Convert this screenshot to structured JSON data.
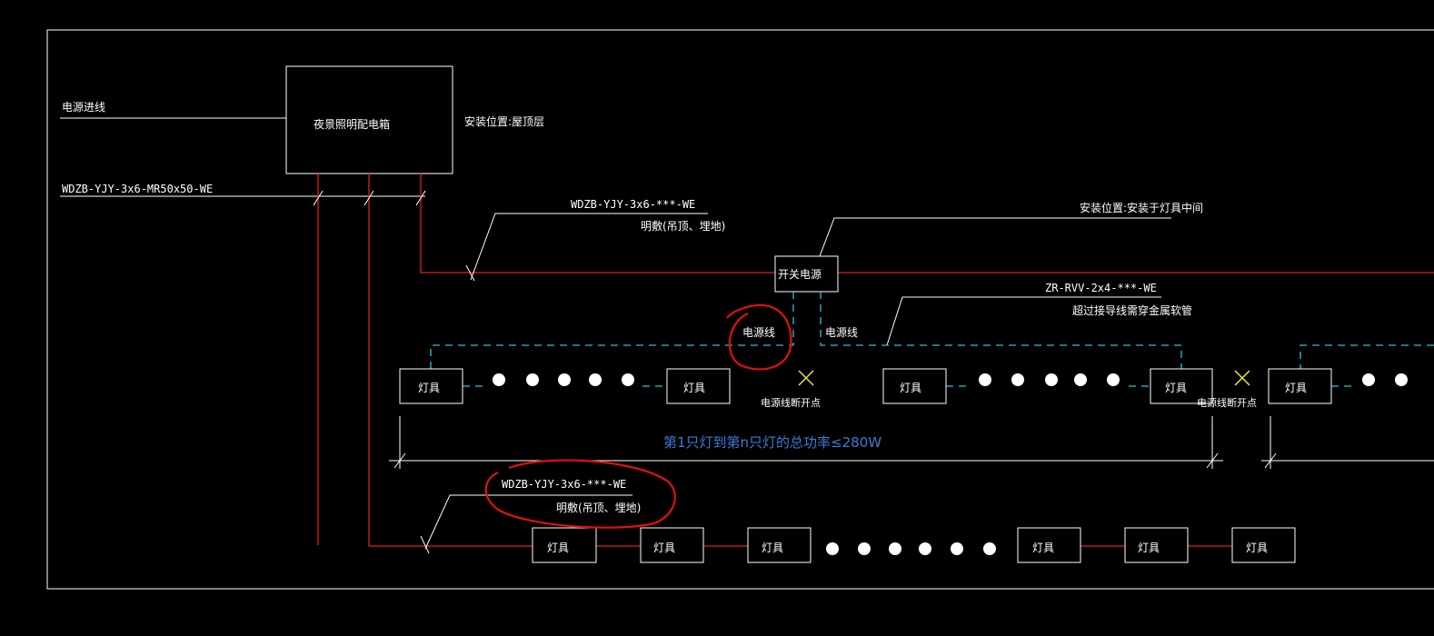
{
  "diagram": {
    "labels": {
      "power_in": "电源进线",
      "panel": "夜景照明配电箱",
      "panel_location": "安装位置:屋顶层",
      "main_cable": "WDZB-YJY-3x6-MR50x50-WE",
      "branch_cable_top": "WDZB-YJY-3x6-***-WE",
      "branch_install_top": "明敷(吊顶、埋地)",
      "switch_location": "安装位置:安装于灯具中间",
      "switch_supply": "开关电源",
      "flex_cable": "ZR-RVV-2x4-***-WE",
      "flex_note": "超过接导线需穿金属软管",
      "power_line_left": "电源线",
      "power_line_right": "电源线",
      "break_point_1": "电源线断开点",
      "break_point_2": "电源线断开点",
      "power_note": "第1只灯到第n只灯的总功率≤280W",
      "branch_cable_bottom": "WDZB-YJY-3x6-***-WE",
      "branch_install_bottom": "明敷(吊顶、埋地)",
      "lamp": "灯具"
    },
    "colors": {
      "background": "#000000",
      "line": "#ffffff",
      "feeder": "#e0201c",
      "low_voltage": "#1fc7d8",
      "note": "#3a7bd5",
      "markup": "#e01010",
      "break_mark": "#e8e84a"
    }
  }
}
